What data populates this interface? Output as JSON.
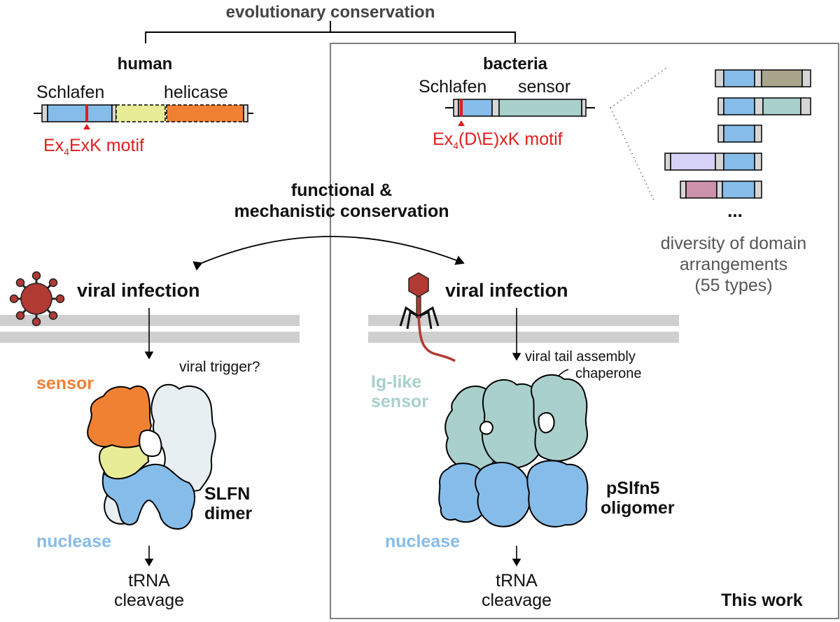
{
  "header": {
    "title": "evolutionary conservation"
  },
  "human": {
    "title": "human",
    "domain_schlafen": "Schlafen",
    "domain_helicase": "helicase",
    "motif_prefix": "Ex",
    "motif_sub": "4",
    "motif_suffix": "ExK motif"
  },
  "bacteria": {
    "title": "bacteria",
    "domain_schlafen": "Schlafen",
    "domain_sensor": "sensor",
    "motif_prefix": "Ex",
    "motif_sub": "4",
    "motif_suffix": "(D\\E)xK motif"
  },
  "diversity": {
    "ellipsis": "...",
    "line1": "diversity of domain",
    "line2": "arrangements",
    "line3": "(55 types)"
  },
  "center": {
    "line1": "functional &",
    "line2": "mechanistic conservation"
  },
  "left_panel": {
    "infection": "viral infection",
    "trigger": "viral trigger?",
    "sensor": "sensor",
    "complex_line1": "SLFN",
    "complex_line2": "dimer",
    "nuclease": "nuclease",
    "output_line1": "tRNA",
    "output_line2": "cleavage"
  },
  "right_panel": {
    "infection": "viral infection",
    "trigger_line1": "viral tail assembly",
    "trigger_line2": "chaperone",
    "sensor_line1": "Ig-like",
    "sensor_line2": "sensor",
    "complex_line1": "pSlfn5",
    "complex_line2": "oligomer",
    "nuclease": "nuclease",
    "output_line1": "tRNA",
    "output_line2": "cleavage",
    "badge": "This work"
  },
  "colors": {
    "schlafen_blue": "#86bce9",
    "helicase_yellow": "#e8ec97",
    "helicase_orange": "#f08133",
    "sensor_teal": "#a9d0cc",
    "motif_red": "#e11d1d",
    "membrane_gray": "#cfcfcf",
    "virus_red": "#b13a32"
  }
}
